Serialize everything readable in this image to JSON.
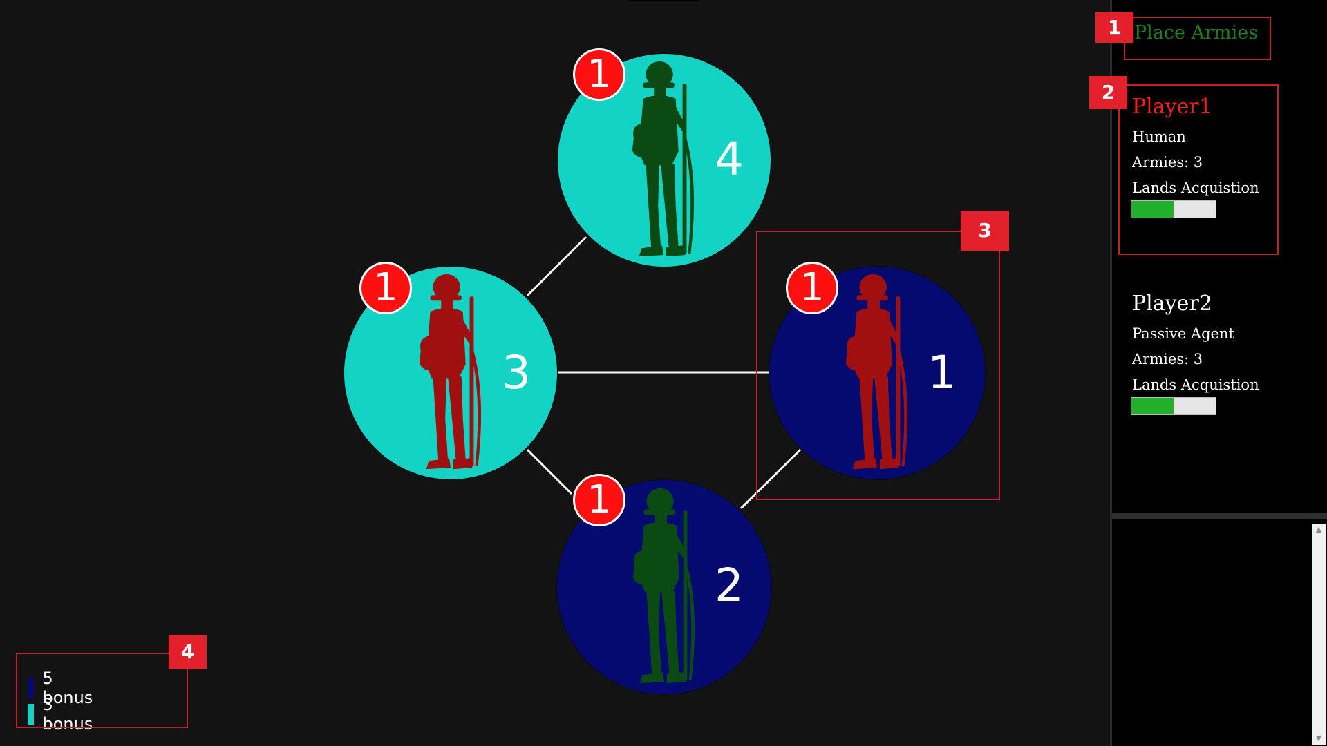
{
  "phase": {
    "label": "Place Armies",
    "color": "#1e7d1e"
  },
  "players": [
    {
      "name": "Player1",
      "name_color": "#ff1a1a",
      "type": "Human",
      "armies_text": "Armies: 3",
      "progress_label": "Lands Acquistion",
      "progress_value": 0.5
    },
    {
      "name": "Player2",
      "name_color": "#ffffff",
      "type": "Passive Agent",
      "armies_text": "Armies: 3",
      "progress_label": "Lands Acquistion",
      "progress_value": 0.5
    }
  ],
  "territories": [
    {
      "id": "top",
      "armies": "4",
      "badge": "1",
      "territory_color": "#13d4c4",
      "soldier_color": "#0c4a14"
    },
    {
      "id": "left",
      "armies": "3",
      "badge": "1",
      "territory_color": "#13d4c4",
      "soldier_color": "#a11010"
    },
    {
      "id": "right",
      "armies": "1",
      "badge": "1",
      "territory_color": "#050a70",
      "soldier_color": "#a11010"
    },
    {
      "id": "bottom",
      "armies": "2",
      "badge": "1",
      "territory_color": "#050a70",
      "soldier_color": "#0c4a14"
    }
  ],
  "legend": [
    {
      "label": "5 bonus",
      "color": "#050a70"
    },
    {
      "label": "3 bonus",
      "color": "#13d4c4"
    }
  ],
  "annotations": [
    "1",
    "2",
    "3",
    "4"
  ],
  "colors": {
    "background": "#141314",
    "sidebar": "#000000",
    "annotation": "#e4212b",
    "connection": "#ffffff"
  }
}
